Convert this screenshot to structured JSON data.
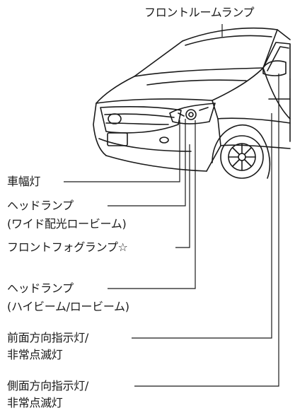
{
  "labels": {
    "front_room_lamp": "フロントルームランプ",
    "side_marker_lamp": "車幅灯",
    "headlamp_wide_line1": "ヘッドランプ",
    "headlamp_wide_line2": "(ワイド配光ロービーム)",
    "front_fog_lamp": "フロントフォグランプ☆",
    "headlamp_high_low_line1": "ヘッドランプ",
    "headlamp_high_low_line2": "(ハイビーム/ロービーム)",
    "front_turn_signal_line1": "前面方向指示灯/",
    "front_turn_signal_line2": "非常点滅灯",
    "side_turn_signal_line1": "側面方向指示灯/",
    "side_turn_signal_line2": "非常点滅灯"
  },
  "colors": {
    "line": "#1a1a1a",
    "background": "#ffffff"
  }
}
